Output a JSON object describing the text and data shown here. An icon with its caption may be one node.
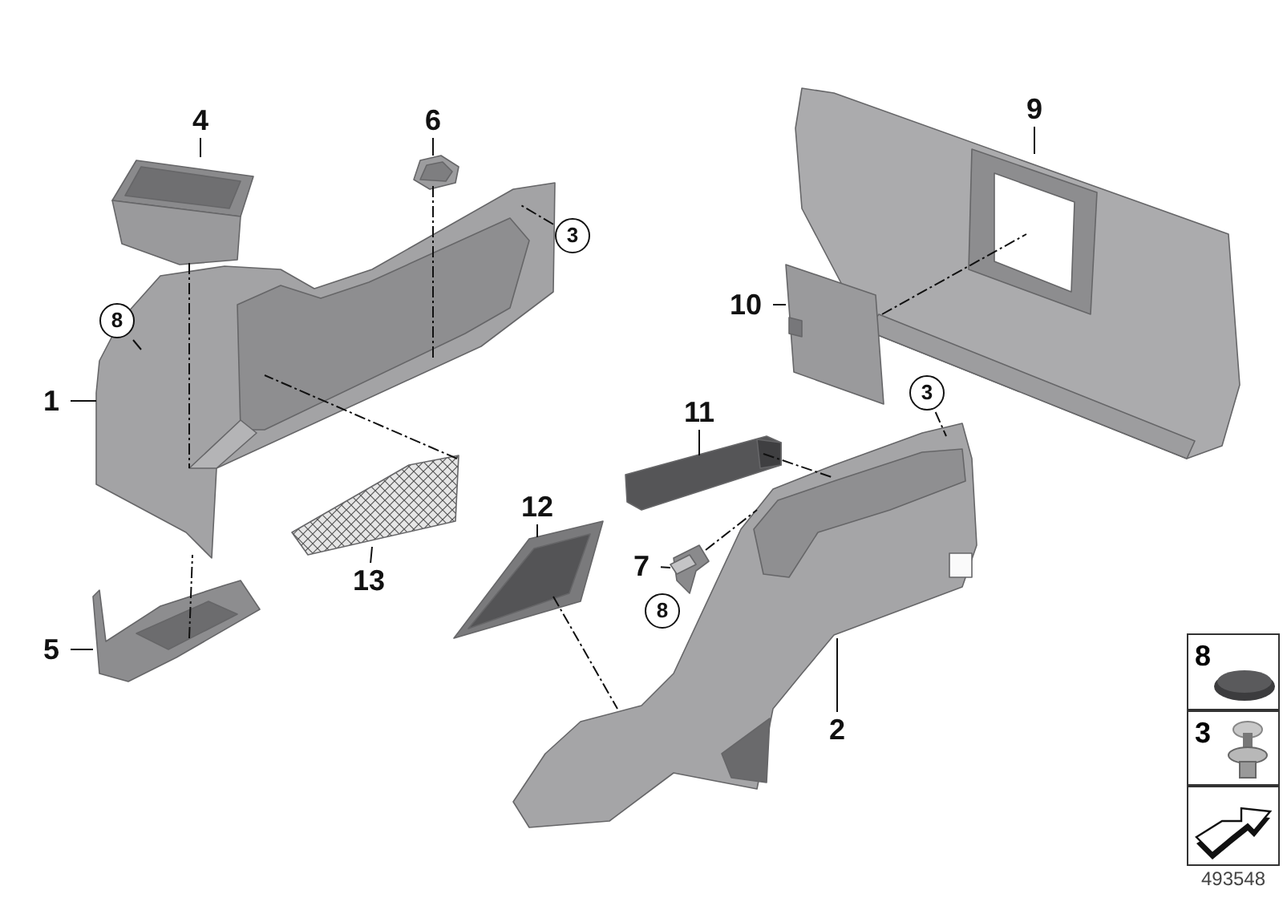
{
  "diagram": {
    "nodes": [
      {
        "text": [
          "4"
        ]
      },
      {
        "text": [],
        "shape": "picture"
      },
      {
        "text": [
          "6"
        ]
      },
      {
        "text": [],
        "shape": "picture"
      },
      {
        "text": [
          "1"
        ]
      },
      {
        "text": [],
        "shape": "picture"
      },
      {
        "text": [
          "8"
        ]
      },
      {
        "text": [
          "3"
        ]
      },
      {
        "text": [
          "5"
        ]
      },
      {
        "text": [],
        "shape": "picture"
      },
      {
        "text": [
          "13"
        ]
      },
      {
        "text": [],
        "shape": "picture"
      },
      {
        "text": [
          "12"
        ]
      },
      {
        "text": [],
        "shape": "picture"
      },
      {
        "text": [
          "9"
        ]
      },
      {
        "text": [],
        "shape": "picture"
      },
      {
        "text": [
          "10"
        ]
      },
      {
        "text": [],
        "shape": "picture"
      },
      {
        "text": [
          "11"
        ]
      },
      {
        "text": [],
        "shape": "picture"
      },
      {
        "text": [
          "3"
        ]
      },
      {
        "text": [
          "7"
        ]
      },
      {
        "text": [],
        "shape": "picture"
      },
      {
        "text": [
          "8"
        ]
      },
      {
        "text": [
          "2"
        ]
      },
      {
        "text": [],
        "shape": "picture"
      },
      {
        "text": [
          "8"
        ]
      },
      {
        "text": [
          "3"
        ]
      },
      {
        "text": [],
        "shape": "box"
      }
    ],
    "edges": [
      {
        "from": 0,
        "to": 1,
        "arrow": "none"
      },
      {
        "from": 1,
        "to": 5,
        "arrow": "none",
        "style": "dashed"
      },
      {
        "from": 2,
        "to": 3,
        "arrow": "none"
      },
      {
        "from": 3,
        "to": 5,
        "arrow": "none",
        "style": "dashed"
      },
      {
        "from": 4,
        "to": 5,
        "arrow": "none"
      },
      {
        "from": 6,
        "to": 5,
        "arrow": "none"
      },
      {
        "from": 7,
        "to": 5,
        "arrow": "none",
        "style": "dashed"
      },
      {
        "from": 8,
        "to": 9,
        "arrow": "none"
      },
      {
        "from": 9,
        "to": 5,
        "arrow": "none",
        "style": "dashed"
      },
      {
        "from": 10,
        "to": 11,
        "arrow": "none"
      },
      {
        "from": 11,
        "to": 5,
        "arrow": "none",
        "style": "dashed"
      },
      {
        "from": 12,
        "to": 13,
        "arrow": "none"
      },
      {
        "from": 13,
        "to": 25,
        "arrow": "none",
        "style": "dashed"
      },
      {
        "from": 14,
        "to": 15,
        "arrow": "none"
      },
      {
        "from": 16,
        "to": 17,
        "arrow": "none"
      },
      {
        "from": 17,
        "to": 15,
        "arrow": "none",
        "style": "dashed"
      },
      {
        "from": 18,
        "to": 19,
        "arrow": "none"
      },
      {
        "from": 19,
        "to": 25,
        "arrow": "none",
        "style": "dashed"
      },
      {
        "from": 20,
        "to": 25,
        "arrow": "none",
        "style": "dashed"
      },
      {
        "from": 21,
        "to": 22,
        "arrow": "none"
      },
      {
        "from": 22,
        "to": 25,
        "arrow": "none",
        "style": "dashed"
      },
      {
        "from": 24,
        "to": 25,
        "arrow": "none"
      }
    ],
    "labels": [
      "493548"
    ]
  }
}
